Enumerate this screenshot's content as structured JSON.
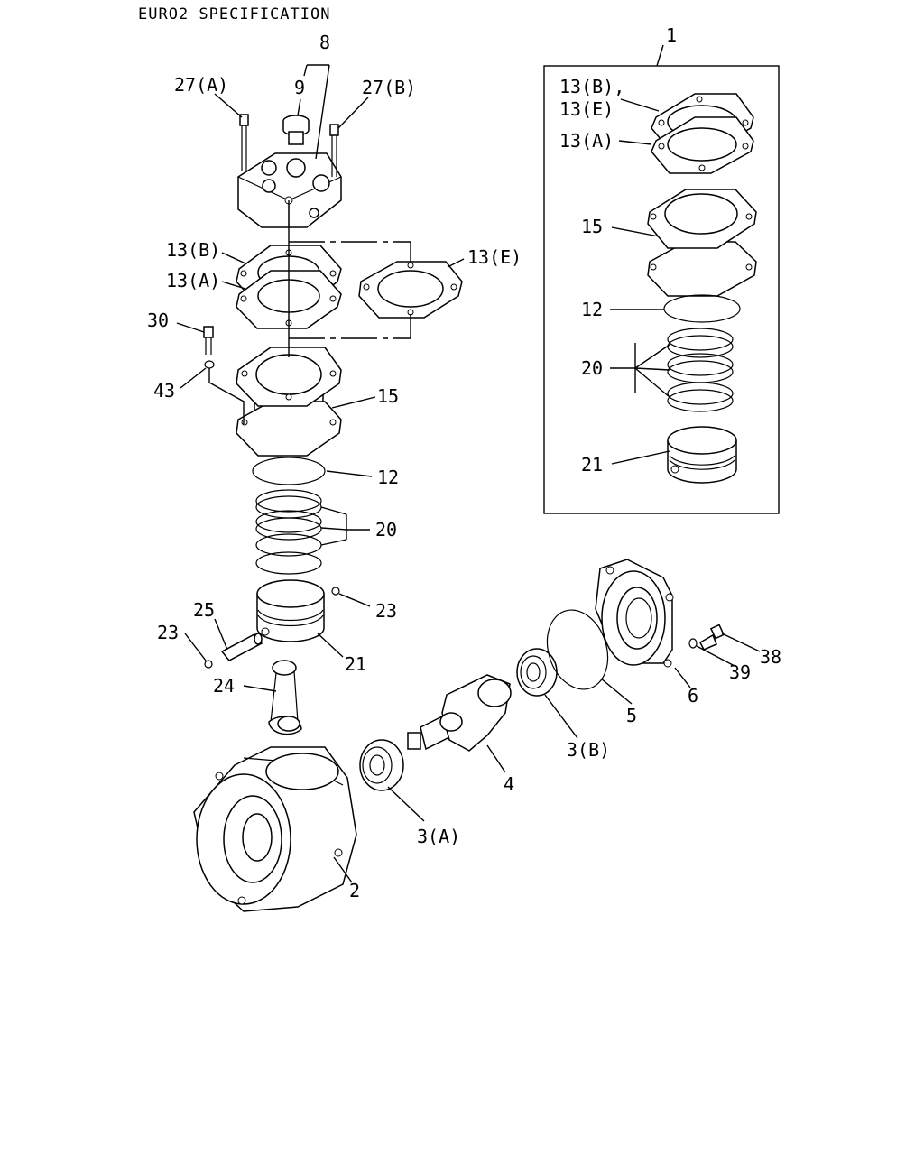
{
  "header": {
    "title": "EURO2 SPECIFICATION"
  },
  "labels": {
    "l1": "1",
    "l8": "8",
    "l9": "9",
    "l27a": "27(A)",
    "l27b": "27(B)",
    "l13b_1": "13(B)",
    "l13a_1": "13(A)",
    "l13e_1": "13(E)",
    "l30": "30",
    "l43": "43",
    "l15_1": "15",
    "l12_1": "12",
    "l20_1": "20",
    "l23_r": "23",
    "l25": "25",
    "l23_l": "23",
    "l21_1": "21",
    "l24": "24",
    "l2": "2",
    "l3a": "3(A)",
    "l4": "4",
    "l3b": "3(B)",
    "l5": "5",
    "l6": "6",
    "l39": "39",
    "l38": "38",
    "box_13be_line1": "13(B),",
    "box_13be_line2": "13(E)",
    "box_13a": "13(A)",
    "box_15": "15",
    "box_12": "12",
    "box_20": "20",
    "box_21": "21"
  }
}
